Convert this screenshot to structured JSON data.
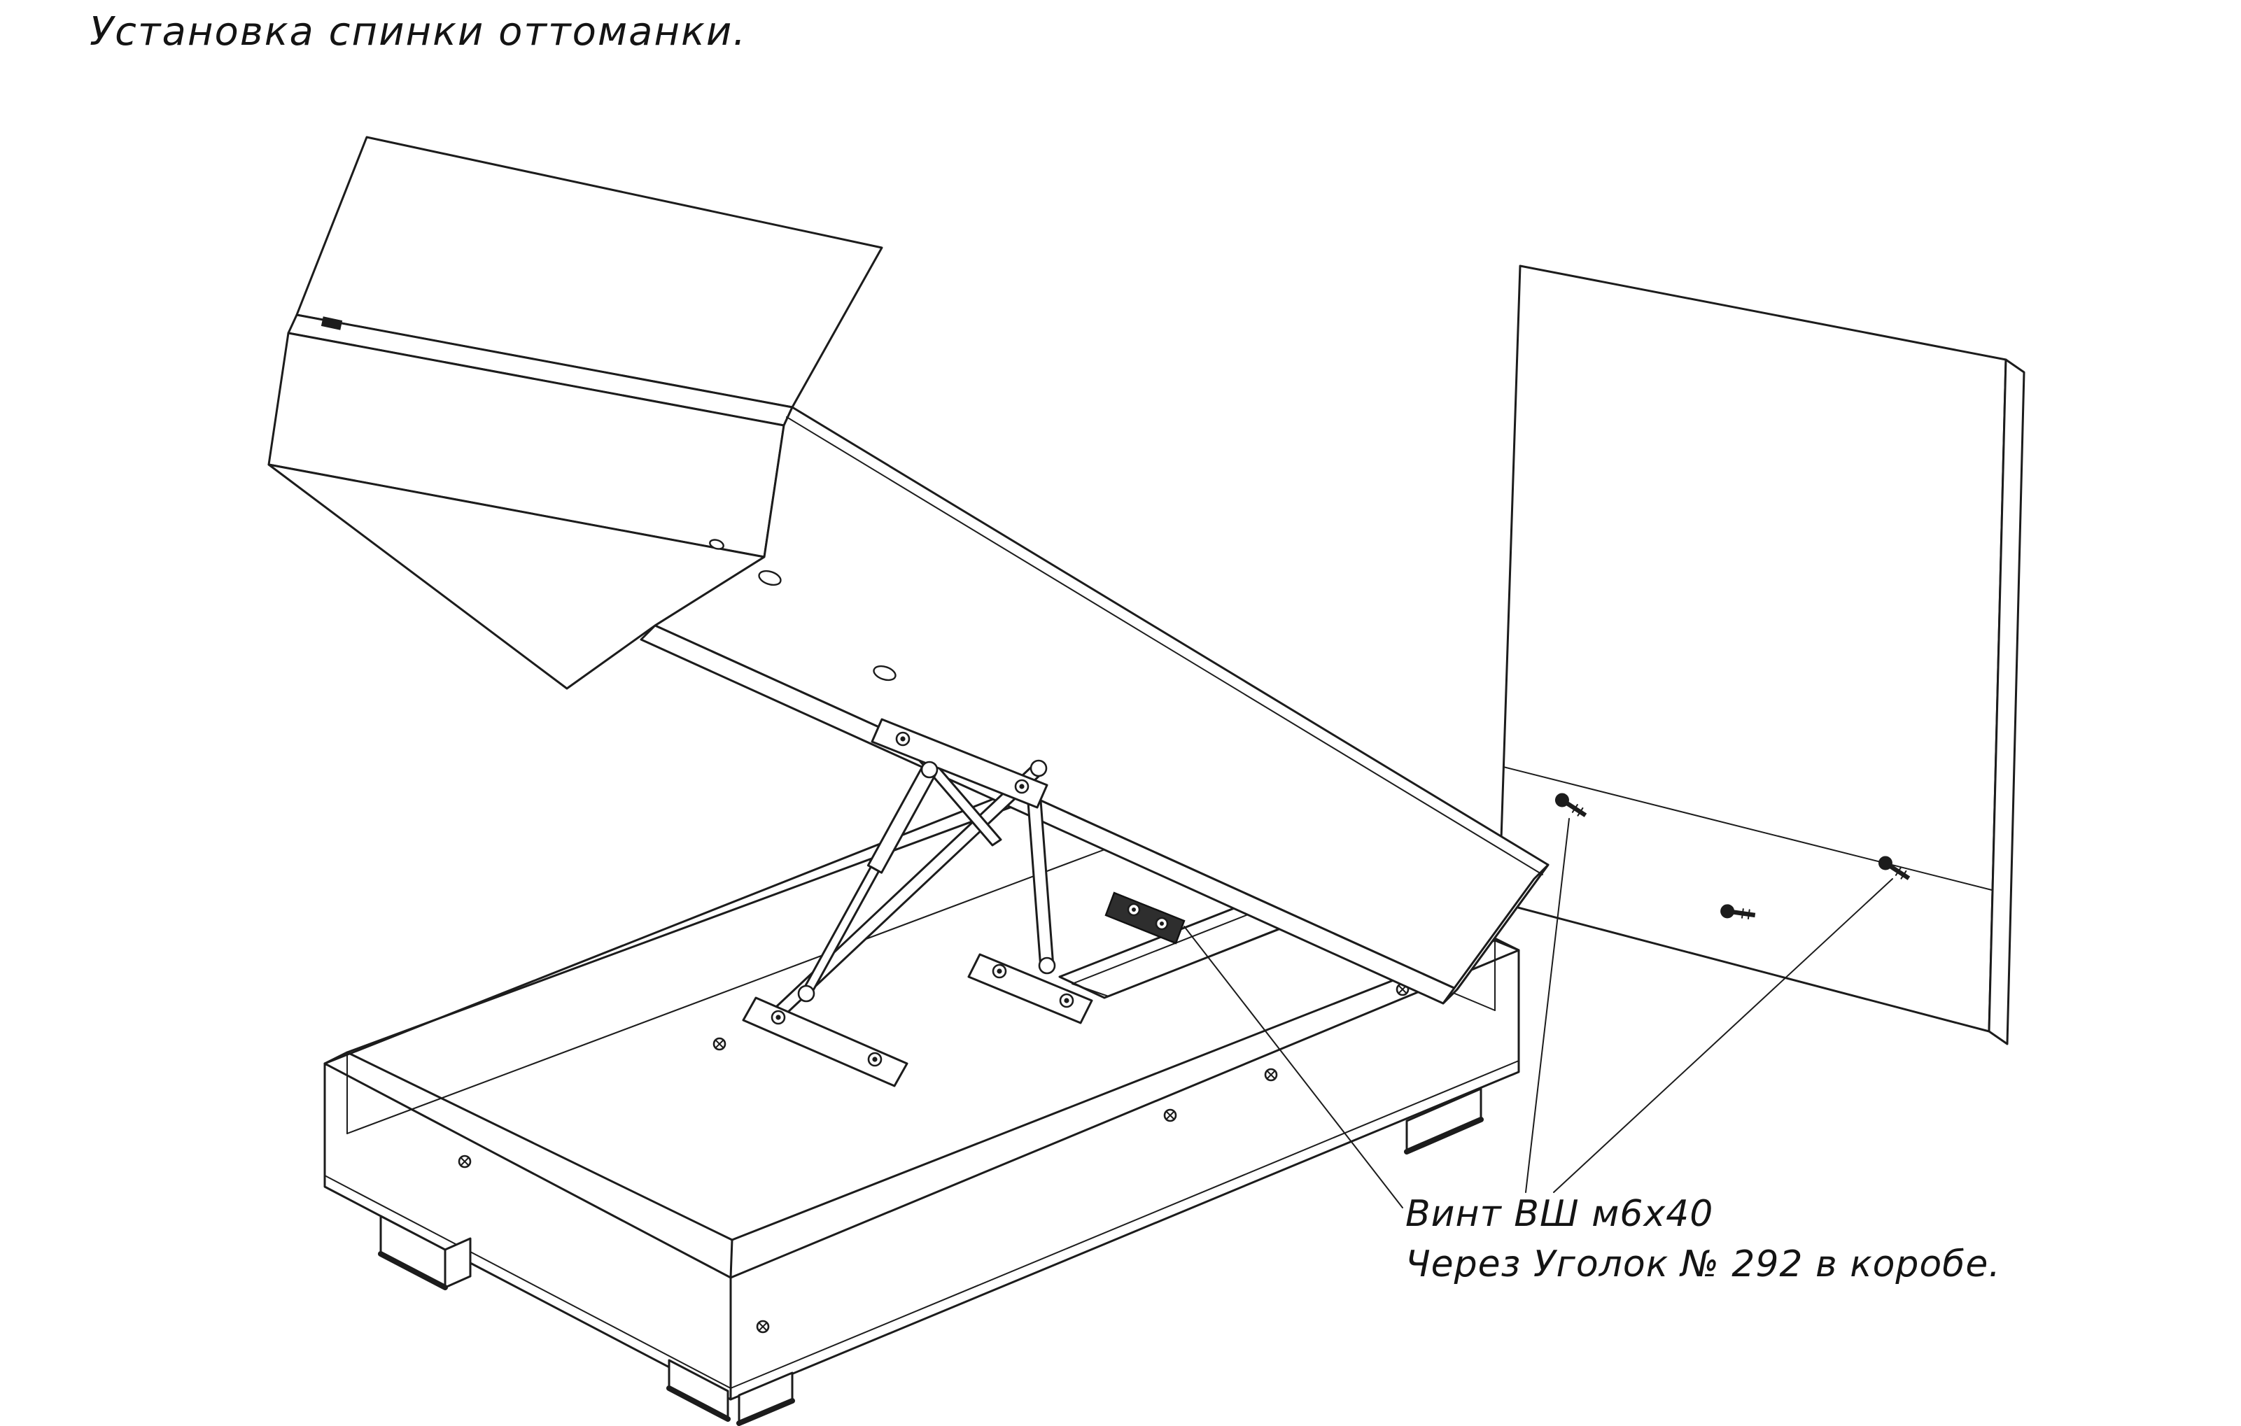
{
  "title": "Установка спинки оттоманки.",
  "callout": {
    "line1": "Винт ВШ м6х40",
    "line2": "Через Уголок № 292 в коробе."
  },
  "colors": {
    "ink": "#1c1c1c",
    "paper": "#ffffff",
    "bracket": "#2e2e2e"
  }
}
